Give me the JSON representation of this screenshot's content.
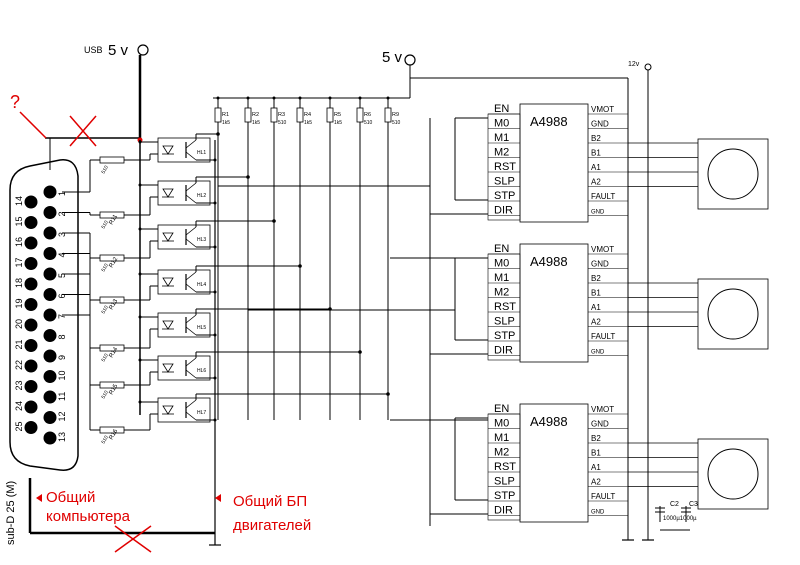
{
  "power": {
    "usb_label": "USB",
    "usb_voltage": "5 v",
    "logic_voltage": "5 v",
    "motor_voltage": "12v"
  },
  "connector": {
    "name": "sub-D 25 (M)",
    "top_pins": [
      "1",
      "2",
      "3",
      "4",
      "5",
      "6",
      "7",
      "8",
      "9",
      "10",
      "11",
      "12",
      "13"
    ],
    "bottom_pins": [
      "14",
      "15",
      "16",
      "17",
      "18",
      "19",
      "20",
      "21",
      "22",
      "23",
      "24",
      "25"
    ]
  },
  "question_mark": "?",
  "resistors_top": [
    {
      "name": "R1",
      "value": "1k5"
    },
    {
      "name": "R2",
      "value": "1k5"
    },
    {
      "name": "R3",
      "value": "510"
    },
    {
      "name": "R4",
      "value": "1k5"
    },
    {
      "name": "R5",
      "value": "1k5"
    },
    {
      "name": "R6",
      "value": "510"
    },
    {
      "name": "R9",
      "value": "510"
    }
  ],
  "resistors_input": [
    {
      "name": "",
      "value": "510"
    },
    {
      "name": "R11",
      "value": "510"
    },
    {
      "name": "R12",
      "value": "510"
    },
    {
      "name": "R13",
      "value": "510"
    },
    {
      "name": "R14",
      "value": "510"
    },
    {
      "name": "R15",
      "value": "510"
    },
    {
      "name": "R16",
      "value": "510"
    }
  ],
  "optocouplers": [
    "HL1",
    "HL2",
    "HL3",
    "HL4",
    "HL5",
    "HL6",
    "HL7"
  ],
  "driver": {
    "name": "A4988",
    "left_pins": [
      "EN",
      "M0",
      "M1",
      "M2",
      "RST",
      "SLP",
      "STP",
      "DIR"
    ],
    "right_pins": [
      "VMOT",
      "GND",
      "B2",
      "B1",
      "A1",
      "A2",
      "FAULT",
      "GND"
    ]
  },
  "capacitors": {
    "c2": "C2",
    "c3": "C3",
    "value": "1000µ1000µ"
  },
  "labels": {
    "pc_ground": "Общий\nкомпьютера",
    "pc_ground_line1": "Общий",
    "pc_ground_line2": "компьютера",
    "psu_ground_line1": "Общий БП",
    "psu_ground_line2": "двигателей"
  },
  "colors": {
    "wire": "#000000",
    "annotation": "#e00000",
    "junction": "#e00000"
  }
}
